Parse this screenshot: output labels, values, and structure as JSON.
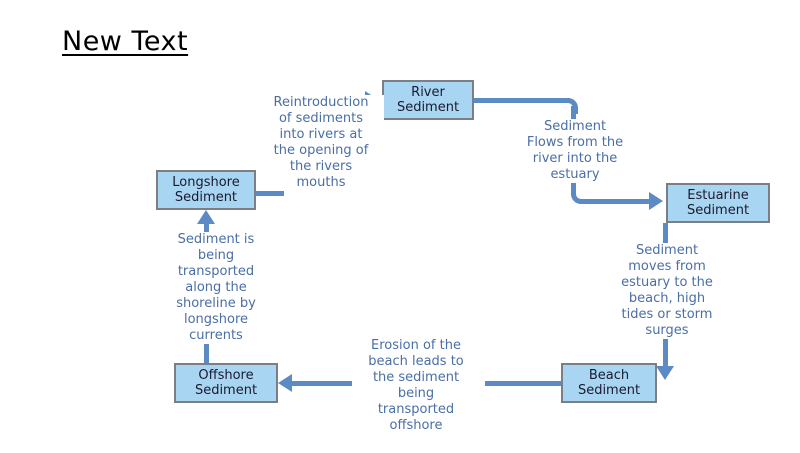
{
  "slide": {
    "title": "New Text"
  },
  "colors": {
    "node_fill": "#a8d5f2",
    "node_border": "#7b7f85",
    "node_text": "#1a1a2e",
    "connector": "#5b8ac5",
    "label_text": "#4a6fa5",
    "title_text": "#000000",
    "background": "#ffffff"
  },
  "diagram": {
    "type": "cycle-flowchart",
    "nodes": [
      {
        "id": "river",
        "label": "River\nSediment"
      },
      {
        "id": "estuarine",
        "label": "Estuarine\nSediment"
      },
      {
        "id": "beach",
        "label": "Beach\nSediment"
      },
      {
        "id": "offshore",
        "label": "Offshore\nSediment"
      },
      {
        "id": "longshore",
        "label": "Longshore\nSediment"
      }
    ],
    "edges": [
      {
        "id": "longshore-to-river",
        "from": "longshore",
        "to": "river",
        "label": "Reintroduction\nof sediments\ninto rivers at\nthe opening of\nthe rivers\nmouths"
      },
      {
        "id": "river-to-estuarine",
        "from": "river",
        "to": "estuarine",
        "label": "Sediment\nFlows from the\nriver into the\nestuary"
      },
      {
        "id": "estuarine-to-beach",
        "from": "estuarine",
        "to": "beach",
        "label": "Sediment\nmoves from\nestuary to the\nbeach, high\ntides or storm\nsurges"
      },
      {
        "id": "beach-to-offshore",
        "from": "beach",
        "to": "offshore",
        "label": "Erosion of the\nbeach leads to\nthe sediment\nbeing\ntransported\noffshore"
      },
      {
        "id": "offshore-to-longshore",
        "from": "offshore",
        "to": "longshore",
        "label": "Sediment is\nbeing\ntransported\nalong the\nshoreline by\nlongshore\ncurrents"
      }
    ]
  }
}
